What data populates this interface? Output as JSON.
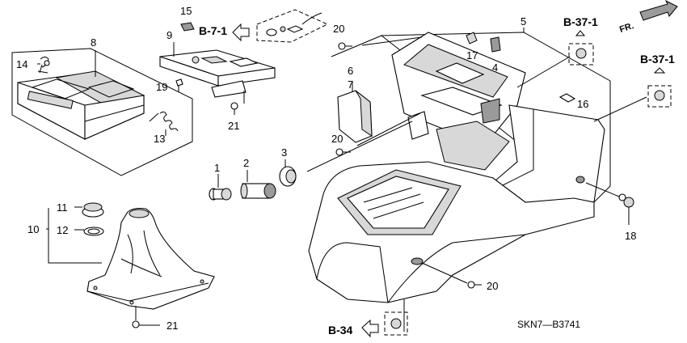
{
  "diagram_code": "SKN7—B3741",
  "direction_label": "FR.",
  "section_refs": {
    "b71": "B-7-1",
    "b371_a": "B-37-1",
    "b371_b": "B-37-1",
    "b34": "B-34"
  },
  "part_numbers": {
    "p1": "1",
    "p2": "2",
    "p3": "3",
    "p4": "4",
    "p5": "5",
    "p6": "6",
    "p7": "7",
    "p8": "8",
    "p9": "9",
    "p10": "10",
    "p11": "11",
    "p12": "12",
    "p13": "13",
    "p14": "14",
    "p15": "15",
    "p16": "16",
    "p17": "17",
    "p18": "18",
    "p19": "19",
    "p20a": "20",
    "p20b": "20",
    "p20c": "20",
    "p21a": "21",
    "p21b": "21"
  }
}
